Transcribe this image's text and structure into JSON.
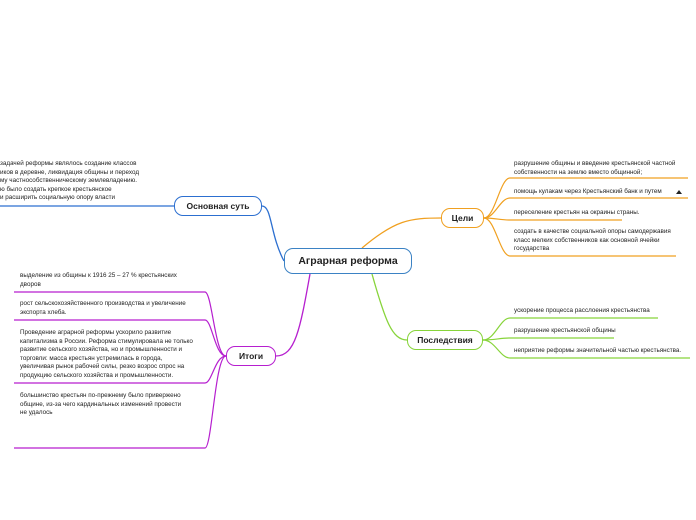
{
  "central": {
    "title": "Аграрная реформа"
  },
  "branches": {
    "essence": {
      "title": "Основная суть",
      "leaves": [
        [
          "задачей реформы являлось создание классов",
          "иков в деревне, ликвидация общины и переход",
          "му частнособственническому землевладению.",
          "ю было создать крепкое крестьянское",
          "и расширить социальную опору власти"
        ]
      ]
    },
    "goals": {
      "title": "Цели",
      "leaves": [
        [
          "разрушение общины и введение крестьянской частной",
          "собственности на землю вместо общинной;"
        ],
        [
          "помощь кулакам через Крестьянский банк и путем"
        ],
        [
          "переселение крестьян на окраины страны."
        ],
        [
          "создать в качестве социальной опоры самодержавия",
          "класс мелких собственников как основной ячейки",
          "государства"
        ]
      ]
    },
    "results": {
      "title": "Итоги",
      "leaves": [
        [
          "выделение из общины к 1916 25 – 27 % крестьянских",
          "дворов"
        ],
        [
          "рост сельскохозяйственного производства и увеличение",
          "экспорта хлеба."
        ],
        [
          "Проведение аграрной реформы ускорило развитие",
          "капитализма в России. Реформа стимулировала не только",
          "развитие сельского хозяйства, но и промышленности и",
          "торговли: масса крестьян устремилась в города,",
          "увеличивая рынок рабочей силы, резко возрос спрос на",
          "продукцию сельского хозяйства и промышленности."
        ],
        [
          "большинство крестьян по-прежнему было привержено",
          "общине, из-за чего кардинальных изменений провести",
          "не удалось"
        ]
      ]
    },
    "consequences": {
      "title": "Последствия",
      "leaves": [
        [
          "ускорение процесса расслоения крестьянства"
        ],
        [
          "разрушение крестьянской общины"
        ],
        [
          "неприятие реформы значительной частью крестьянства."
        ]
      ]
    }
  },
  "colors": {
    "central": "#3b82c4",
    "essence": "#2c6fd0",
    "goals": "#f0a020",
    "results": "#b61fcf",
    "consequences": "#87d43a"
  },
  "icons": {
    "collapse": "triangle-up-icon"
  }
}
